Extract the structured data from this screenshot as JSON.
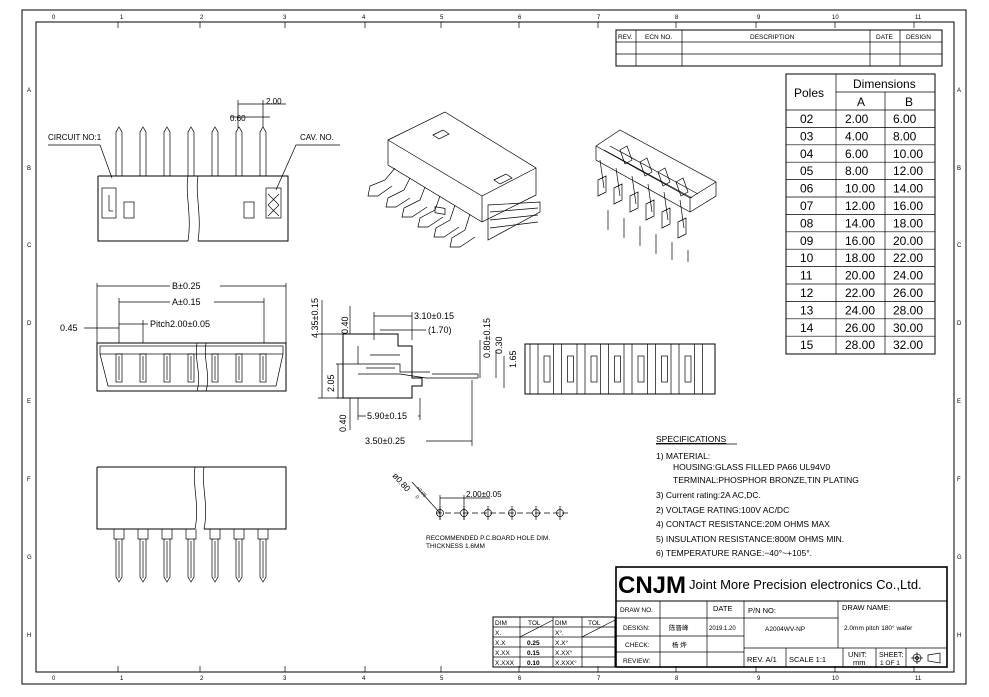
{
  "border": {
    "col_numbers": [
      "0",
      "1",
      "2",
      "3",
      "4",
      "5",
      "6",
      "7",
      "8",
      "9",
      "10",
      "11"
    ],
    "row_letters": [
      "A",
      "B",
      "C",
      "D",
      "E",
      "F",
      "G",
      "H"
    ]
  },
  "revision_block": {
    "headers": [
      "REV.",
      "ECN NO.",
      "DESCRIPTION",
      "DATE",
      "DESIGN"
    ]
  },
  "dimensions_table": {
    "poles_header": "Poles",
    "dimensions_header": "Dimensions",
    "col_a": "A",
    "col_b": "B",
    "rows": [
      [
        "02",
        "2.00",
        "6.00"
      ],
      [
        "03",
        "4.00",
        "8.00"
      ],
      [
        "04",
        "6.00",
        "10.00"
      ],
      [
        "05",
        "8.00",
        "12.00"
      ],
      [
        "06",
        "10.00",
        "14.00"
      ],
      [
        "07",
        "12.00",
        "16.00"
      ],
      [
        "08",
        "14.00",
        "18.00"
      ],
      [
        "09",
        "16.00",
        "20.00"
      ],
      [
        "10",
        "18.00",
        "22.00"
      ],
      [
        "11",
        "20.00",
        "24.00"
      ],
      [
        "12",
        "22.00",
        "26.00"
      ],
      [
        "13",
        "24.00",
        "28.00"
      ],
      [
        "14",
        "26.00",
        "30.00"
      ],
      [
        "15",
        "28.00",
        "32.00"
      ]
    ]
  },
  "top_view": {
    "circuit_label": "CIRCUIT NO:1",
    "cav_label": "CAV. NO.",
    "dim_200": "2.00",
    "dim_060": "0.60"
  },
  "front_view": {
    "dim_b": "B±0.25",
    "dim_a": "A±0.15",
    "dim_pitch": "Pitch2.00±0.05",
    "dim_045": "0.45"
  },
  "side_view": {
    "dim_435": "4.35±0.15",
    "dim_040_top": "0.40",
    "dim_310": "3.10±0.15",
    "dim_170": "(1.70)",
    "dim_080": "0.80±0.15",
    "dim_030": "0.30",
    "dim_165": "1.65",
    "dim_205": "2.05",
    "dim_040_bottom": "0.40",
    "dim_590": "5.90±0.15",
    "dim_350": "3.50±0.25"
  },
  "pcb_layout": {
    "hole_dim": "ø0.80",
    "hole_tol_plus": "+0.05",
    "hole_tol_minus": "0",
    "pitch": "2.00±0.05",
    "note_line1": "RECOMMENDED P.C.BOARD HOLE DIM.",
    "note_line2": "THICKNESS 1.6MM"
  },
  "specifications": {
    "title": "SPECIFICATIONS",
    "lines": [
      "1)  MATERIAL:",
      "HOUSING:GLASS FILLED PA66 UL94V0",
      "TERMINAL:PHOSPHOR BRONZE,TIN PLATING",
      "3)  Current rating:2A AC,DC.",
      "2)  VOLTAGE RATING:100V AC/DC",
      "4)  CONTACT RESISTANCE:20M OHMS MAX",
      "5)  INSULATION RESISTANCE:800M OHMS MIN.",
      "6)  TEMPERATURE RANGE:−40°~+105°."
    ]
  },
  "title_block": {
    "logo": "CNJM",
    "company": "Joint More Precision electronics Co.,Ltd.",
    "draw_no": "DRAW NO.",
    "date_label": "DATE",
    "pn_label": "P/N NO:",
    "draw_name_label": "DRAW NAME:",
    "design_label": "DESIGN:",
    "design_name": "陈晋峰",
    "design_date": "2019.1.20",
    "pn_value": "A2004WV-NP",
    "draw_name_value": "2.0mm pitch 180° wafer",
    "check_label": "CHECK:",
    "check_name": "杨 烨",
    "review_label": "REVIEW:",
    "rev": "REV. A/1",
    "scale": "SCALE 1:1",
    "unit_label": "UNIT:",
    "unit_value": "mm",
    "sheet_label": "SHEET:",
    "sheet_value": "1 OF 1"
  },
  "tolerance_block": {
    "left_headers": [
      "DIM",
      "TOL"
    ],
    "left_rows": [
      [
        "X.",
        ""
      ],
      [
        "X.X",
        "0.25"
      ],
      [
        "X.XX",
        "0.15"
      ],
      [
        "X.XXX",
        "0.10"
      ]
    ],
    "right_headers": [
      "DIM",
      "TOL"
    ],
    "right_rows": [
      [
        "X°.",
        ""
      ],
      [
        "X.X°",
        ""
      ],
      [
        "X.XX°",
        ""
      ],
      [
        "X.XXX°",
        ""
      ]
    ]
  }
}
